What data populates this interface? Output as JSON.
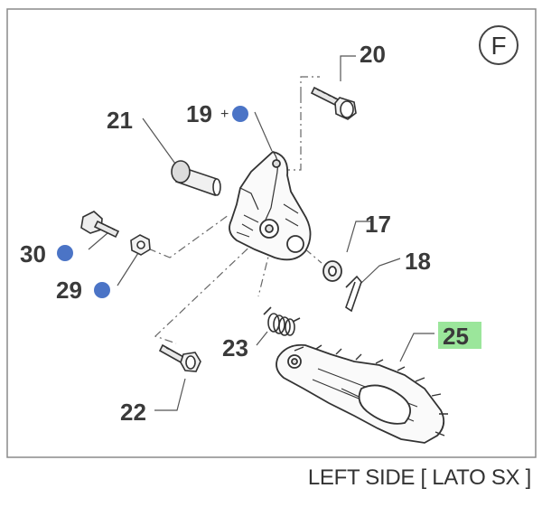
{
  "section_badge": "F",
  "caption": "LEFT SIDE [ LATO SX ]",
  "colors": {
    "frame": "#8a8a8a",
    "dot": "#4b74c6",
    "highlight": "#9be69b",
    "label_text": "#3a3a3a",
    "part_line": "#555555"
  },
  "parts": [
    {
      "id": "p17",
      "number": "17"
    },
    {
      "id": "p18",
      "number": "18"
    },
    {
      "id": "p19",
      "number": "19",
      "marker": "+",
      "dot": true
    },
    {
      "id": "p20",
      "number": "20"
    },
    {
      "id": "p21",
      "number": "21"
    },
    {
      "id": "p22",
      "number": "22"
    },
    {
      "id": "p23",
      "number": "23"
    },
    {
      "id": "p25",
      "number": "25",
      "highlight": true
    },
    {
      "id": "p29",
      "number": "29",
      "dot": true
    },
    {
      "id": "p30",
      "number": "30",
      "dot": true
    }
  ]
}
